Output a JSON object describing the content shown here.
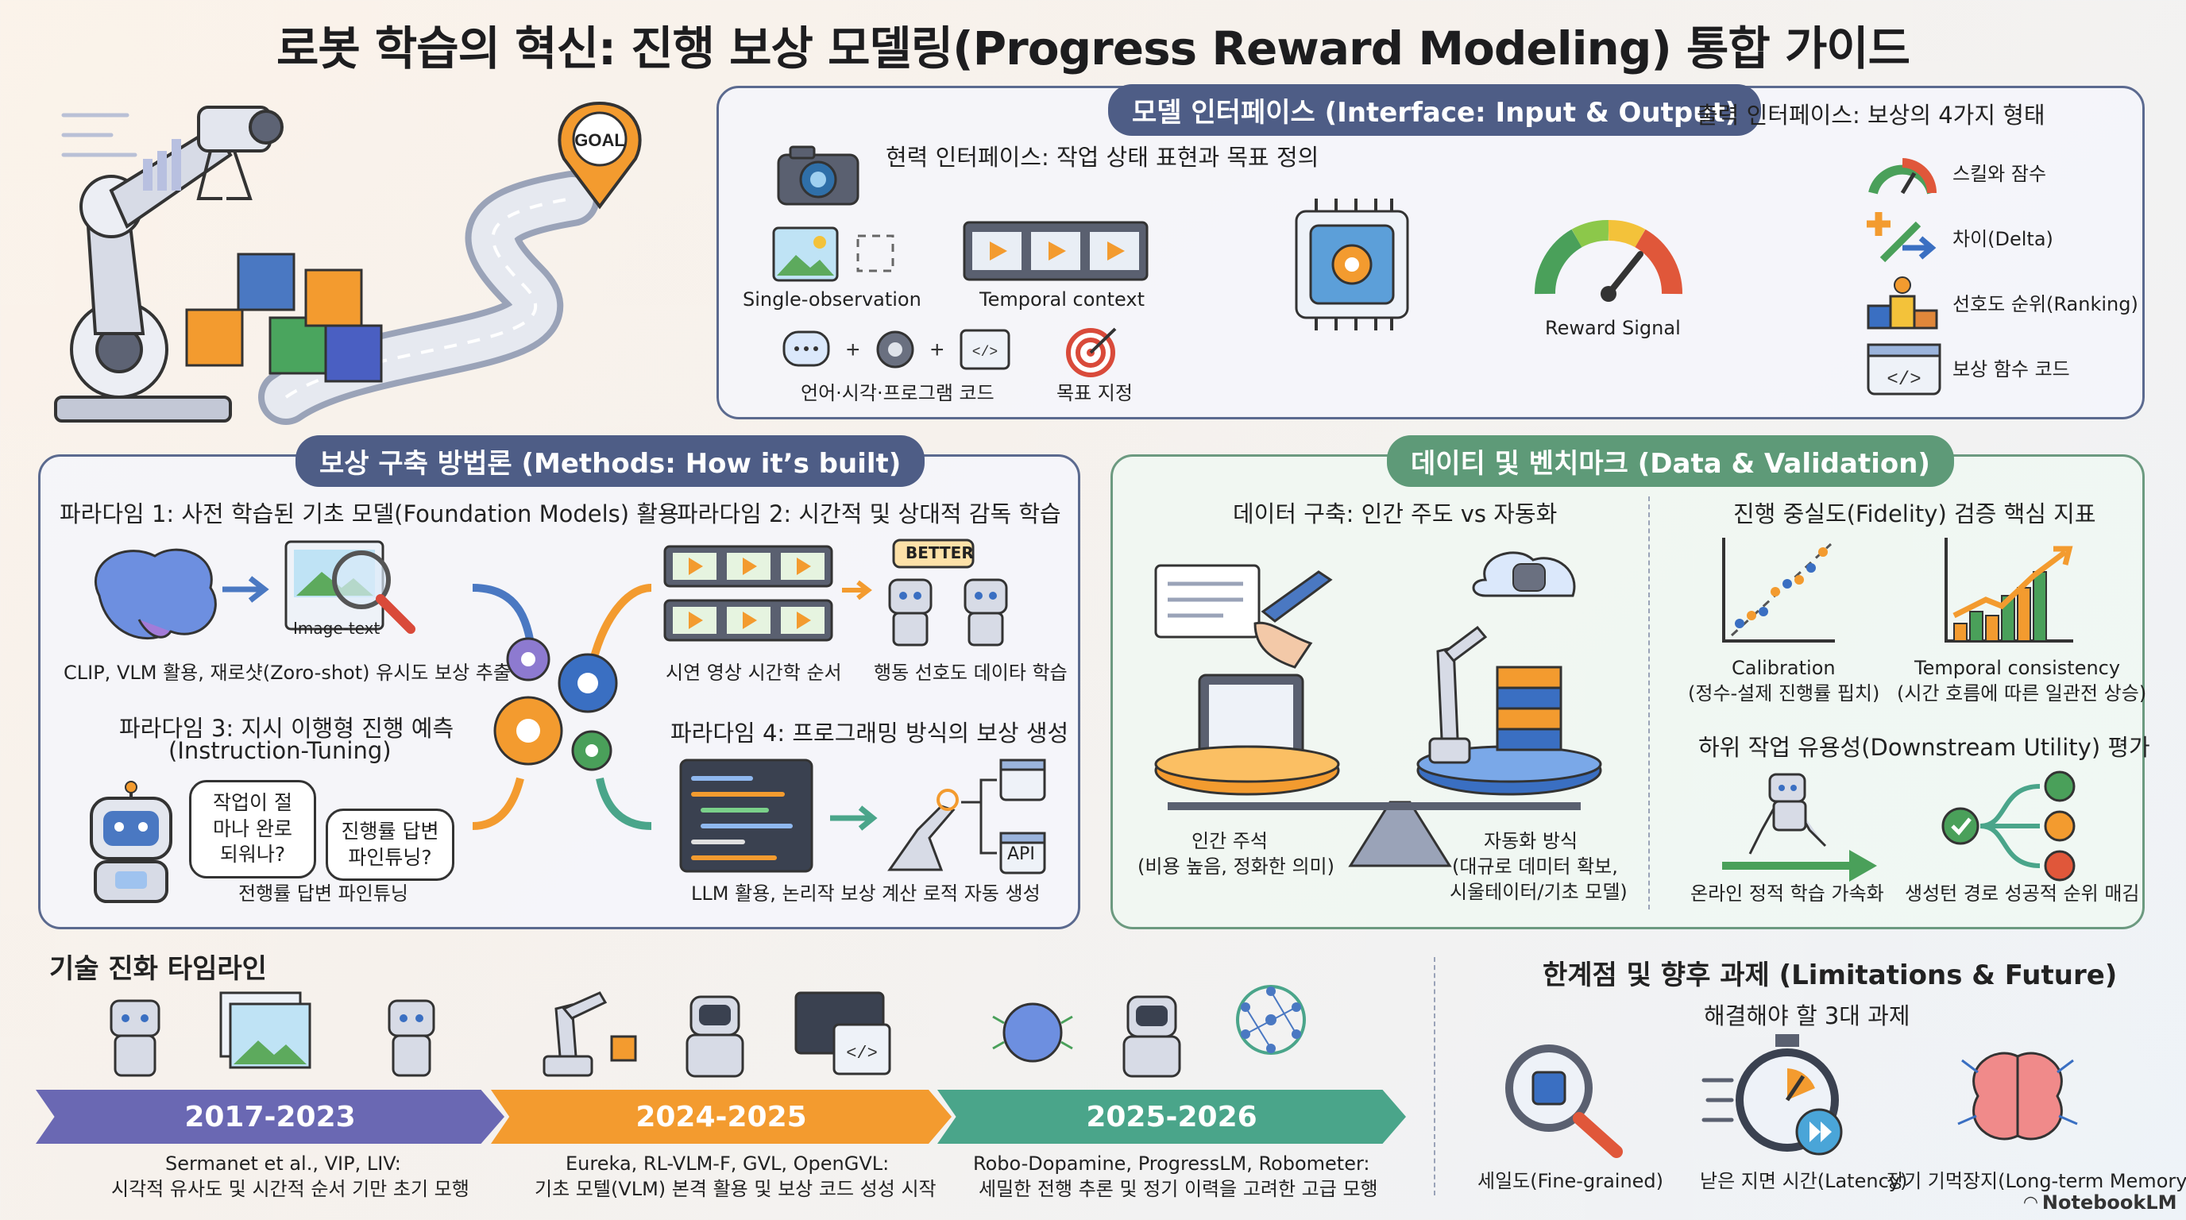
{
  "title": "로봇 학습의 혁신: 진행 보상 모델링(Progress Reward Modeling) 통합 가이드",
  "hero": {
    "goal_label": "GOAL"
  },
  "interface": {
    "pill": "모델 인터페이스 (Interface: Input & Output)",
    "input_heading": "현력 인터페이스: 작업 상태 표현과 목표 정의",
    "single_obs": "Single-observation",
    "temporal": "Temporal context",
    "multimodal": "언어·시각·프로그램 코드",
    "goal_spec": "목표 지정",
    "reward_signal": "Reward Signal",
    "output_heading": "출력 인터페이스: 보상의 4가지 형태",
    "outputs": [
      "스킬와 잠수",
      "차이(Delta)",
      "선호도 순위(Ranking)",
      "보상 함수 코드"
    ]
  },
  "methods": {
    "pill": "보상 구축 방법론 (Methods: How it’s built)",
    "p1_title": "파라다임 1: 사전 학습된 기초 모델(Foundation Models) 활용",
    "p1_image_label": "Image-text",
    "p1_caption": "CLIP, VLM 활용, 재로샷(Zoro-shot) 유시도 보상 추출",
    "p2_title": "파라다임 2: 시간적 및 상대적 감독 학습",
    "p2_better": "BETTER",
    "p2_cap1": "시연 영상 시간학 순서",
    "p2_cap2": "행동 선호도 데이타 학습",
    "p3_title_1": "파라다임 3: 지시 이행형 진행 예측",
    "p3_title_2": "(Instruction-Tuning)",
    "p3_bubble1": "작업이 절마나 완로되워나?",
    "p3_bubble2": "진행률 답변 파인튜닝?",
    "p3_caption": "전행률 답변 파인튜닝",
    "p4_title": "파라다임 4: 프로그래밍 방식의 보상 생성",
    "p4_api": "API",
    "p4_caption": "LLM 활용, 논리작 보상 계산 로적 자동 생성"
  },
  "data": {
    "pill": "데이티 및 벤치마크 (Data & Validation)",
    "build_heading": "데이터 구축: 인간 주도 vs 자동화",
    "human_1": "인간 주석",
    "human_2": "(비용 높음, 정화한 의미)",
    "auto_1": "자동화 방식",
    "auto_2": "(대규로 데미터 확보,",
    "auto_3": "시울테이터/기초 모델)",
    "fidelity_heading": "진행 중실도(Fidelity) 검증 핵심 지표",
    "calib_1": "Calibration",
    "calib_2": "(정수-설제 진행률 핍치)",
    "temporal_1": "Temporal consistency",
    "temporal_2": "(시간 호름에 따른 일관전 상승)",
    "downstream_heading": "하위 작업 유용성(Downstream Utility) 평가",
    "down_cap1": "온라인 정적 학습 가속화",
    "down_cap2": "생성턴 경로 성공적 순위 매김"
  },
  "timeline": {
    "heading": "기술 진화 타임라인",
    "eras": [
      {
        "years": "2017-2023",
        "line1": "Sermanet et al., VIP, LIV:",
        "line2": "시각적 유사도 및 시간적 순서 기만 초기 모행"
      },
      {
        "years": "2024-2025",
        "line1": "Eureka, RL-VLM-F, GVL, OpenGVL:",
        "line2": "기초 모텔(VLM) 본격 활용 및 보상 코드 성성 시작"
      },
      {
        "years": "2025-2026",
        "line1": "Robo-Dopamine, ProgressLM, Robometer:",
        "line2": "세밀한 전행 추론 및 정기 이력을 고려한 고급 모행"
      }
    ]
  },
  "limits": {
    "heading": "한계점 및 향후 과제 (Limitations & Future)",
    "sub": "해결해야 할 3대 과제",
    "items": [
      "세일도(Fine-grained)",
      "낟은 지면 시간(Latency)",
      "장기 기먹장지(Long-term Memory)"
    ]
  },
  "brand": "NotebookLM",
  "colors": {
    "navy": "#4e5d86",
    "green": "#5e9a78",
    "orange": "#f39b2f",
    "teal": "#4aa58a",
    "purple": "#6a68b3"
  }
}
